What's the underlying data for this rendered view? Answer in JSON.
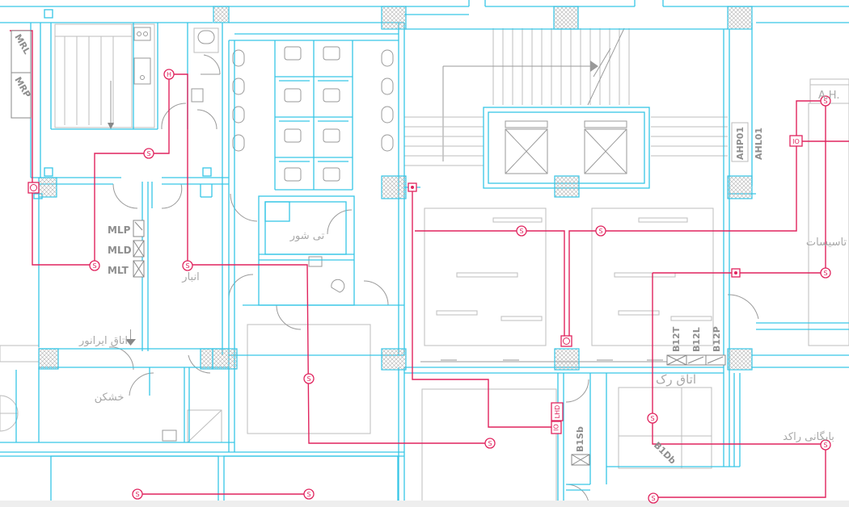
{
  "rooms": {
    "ironing": "اتاق ایرانور",
    "dryer": "خشکن",
    "storage": "انبار",
    "janitor": "تی شور",
    "rack_room": "اتاق رک",
    "facilities": "تاسیسات",
    "archive": "بایگانی راکد",
    "ahu_partial": "A.H."
  },
  "panels": {
    "mlp": "MLP",
    "mld": "MLD",
    "mlt": "MLT",
    "mrl": "MRL",
    "mrp": "MRP",
    "ahp01": "AHP01",
    "ahl01": "AHL01",
    "b1sb": "B1Sb",
    "b1db": "B1Db",
    "b12t": "B12T",
    "b12l": "B12L",
    "b12p": "B12P",
    "lhd": "LHD"
  },
  "symbols": {
    "switch": "S",
    "io": "IO",
    "heater": "H"
  },
  "colors": {
    "wall": "#37c6e6",
    "circuit": "#e0245e",
    "furniture": "#bdbdbd"
  }
}
